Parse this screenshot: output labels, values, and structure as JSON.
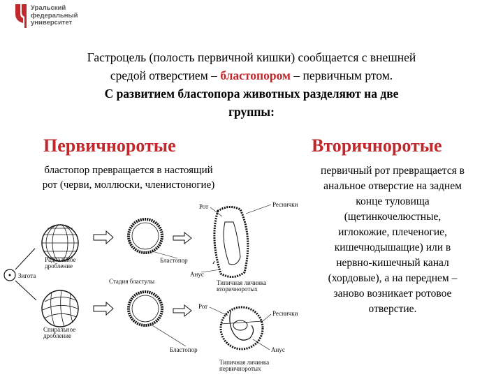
{
  "logo": {
    "lines": [
      "Уральский",
      "федеральный",
      "университет"
    ],
    "color": "#c0282c"
  },
  "intro": {
    "line1": "Гастроцель (полость первичной кишки) сообщается с внешней",
    "line2_pre": "средой отверстием – ",
    "line2_highlight": "бластопором",
    "line2_post": " – первичным ртом.",
    "line3": "С развитием бластопора животных разделяют на две",
    "line4": "группы:"
  },
  "protostomes": {
    "title": "Первичноротые",
    "line1": "бластопор превращается в настоящий",
    "line2": "рот (черви, моллюски, членистоногие)"
  },
  "deuterostomes": {
    "title": "Вторичноротые",
    "lines": [
      "первичный рот превращается в",
      "анальное отверстие на заднем",
      "конце туловища",
      "(щетинкочелюстные,",
      "иглокожие, плеченогие,",
      "кишечнодышащие) или в",
      "нервно-кишечный канал",
      "(хордовые), а на переднем –",
      "заново возникает ротовое",
      "отверстие."
    ]
  },
  "diagram_labels": {
    "zygote": "Зигота",
    "radial": [
      "Радиальное",
      "дробление"
    ],
    "spiral": [
      "Спиральное",
      "дробление"
    ],
    "blastula": "Стадия бластулы",
    "blastopore_top": "Бластопор",
    "blastopore_bottom": "Бластопор",
    "mouth_top": "Рот",
    "mouth_bottom": "Рот",
    "cilia_top": "Реснички",
    "cilia_bottom": "Реснички",
    "anus_top": "Анус",
    "anus_bottom": "Анус",
    "larva_deutero": [
      "Типичная личинка",
      "вторичноротых"
    ],
    "larva_proto": [
      "Типичная личинка",
      "первичноротых"
    ]
  }
}
